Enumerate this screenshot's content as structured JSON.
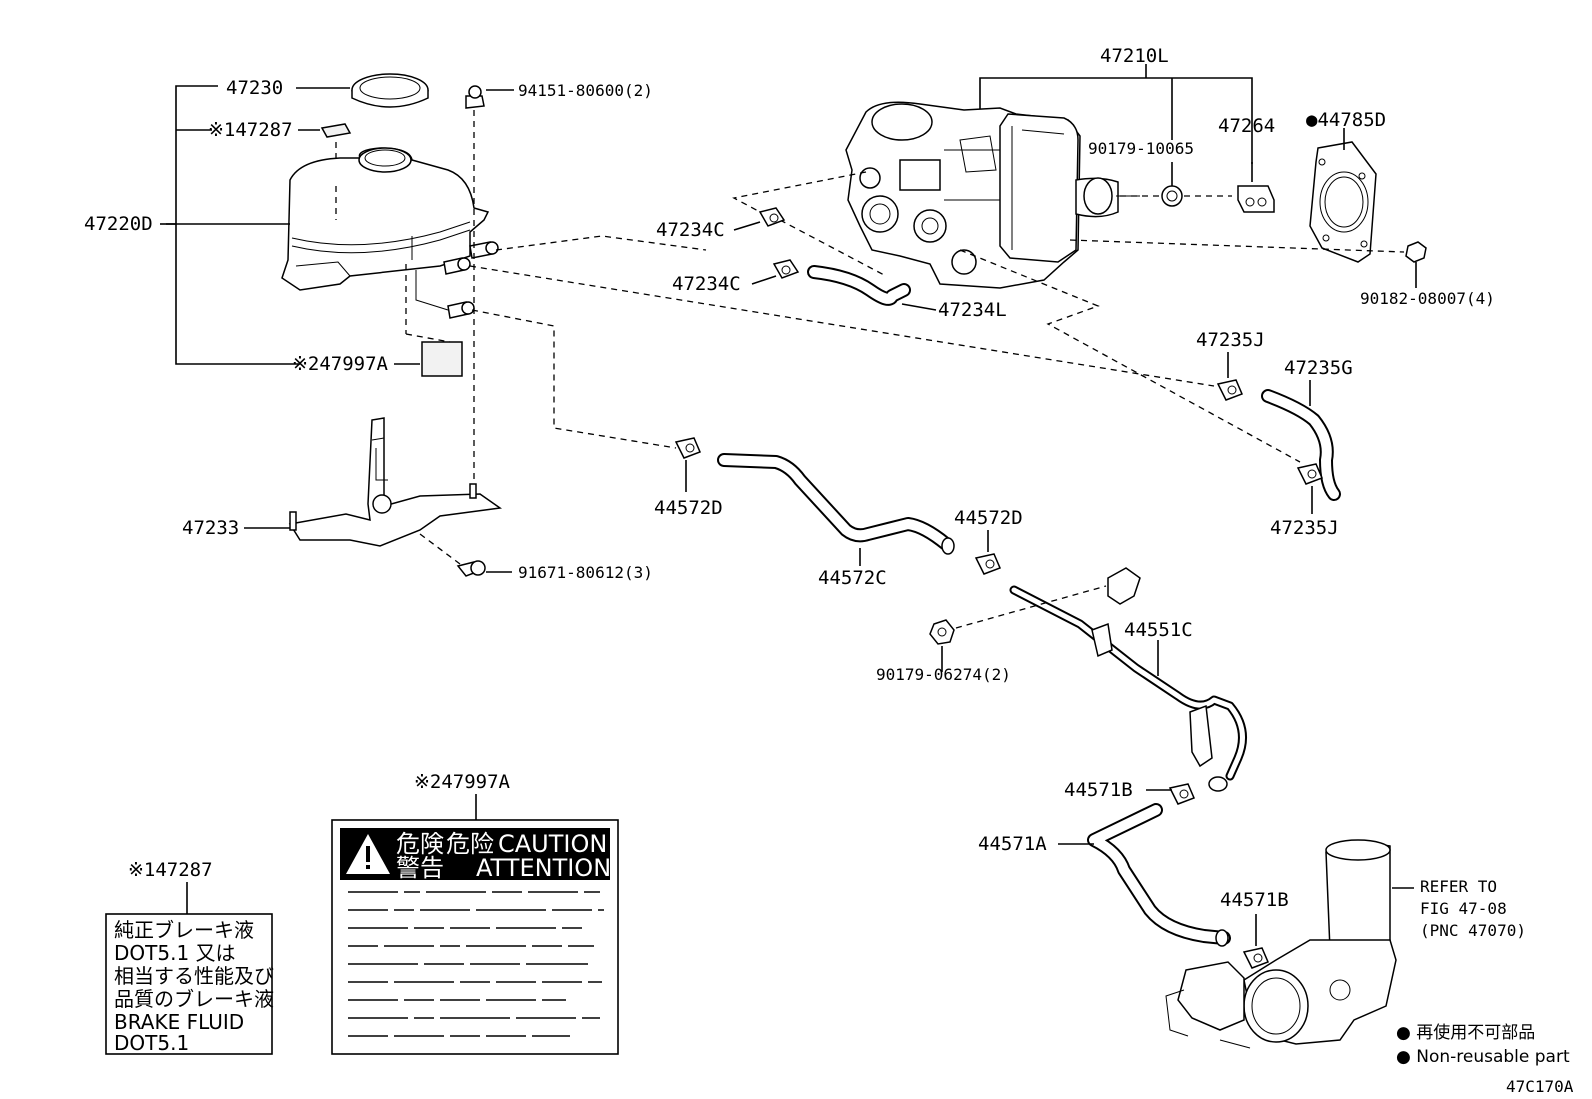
{
  "parts": {
    "p47210L": "47210L",
    "p47230": "47230",
    "p47287_ref": "※147287",
    "p47220D": "47220D",
    "p47997A_ref": "※247997A",
    "p94151": "94151-80600(2)",
    "p47233": "47233",
    "p91671": "91671-80612(3)",
    "p90179_10065": "90179-10065",
    "p47264": "47264",
    "p44785D": "●44785D",
    "p90182": "90182-08007(4)",
    "p47234C_a": "47234C",
    "p47234C_b": "47234C",
    "p47234L": "47234L",
    "p47235J_a": "47235J",
    "p47235G": "47235G",
    "p47235J_b": "47235J",
    "p44572D_a": "44572D",
    "p44572C": "44572C",
    "p44572D_b": "44572D",
    "p44551C": "44551C",
    "p90179_06274": "90179-06274(2)",
    "p44571B_a": "44571B",
    "p44571A": "44571A",
    "p44571B_b": "44571B"
  },
  "refer": {
    "line1": "REFER TO",
    "line2": "FIG 47-08",
    "line3": "(PNC 47070)"
  },
  "label_47287": {
    "title": "※147287",
    "lines": [
      "純正ブレーキ液",
      "DOT5.1 又は",
      "相当する性能及び",
      "品質のブレーキ液",
      "BRAKE FLUID",
      "DOT5.1"
    ]
  },
  "label_47997A": {
    "title": "※247997A",
    "head_jp1": "危険",
    "head_jp2": "警告",
    "head_cn": "危险",
    "head_en1": "CAUTION",
    "head_en2": "ATTENTION"
  },
  "legend": {
    "item1": "● 再使用不可部品",
    "item2": "● Non-reusable part"
  },
  "figure_code": "47C170A"
}
